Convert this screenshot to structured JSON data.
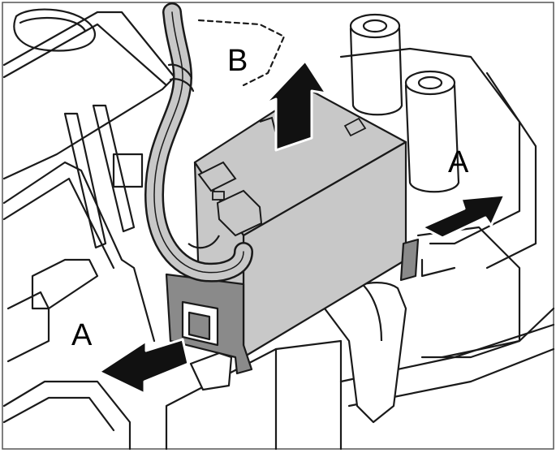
{
  "labels": {
    "a_left": "A",
    "a_right": "A",
    "b_top": "B"
  },
  "colors": {
    "component_fill": "#c8c8c8",
    "clip_fill": "#8a8a8a",
    "line": "#1a1a1a",
    "arrow": "#111111",
    "background": "#ffffff"
  }
}
